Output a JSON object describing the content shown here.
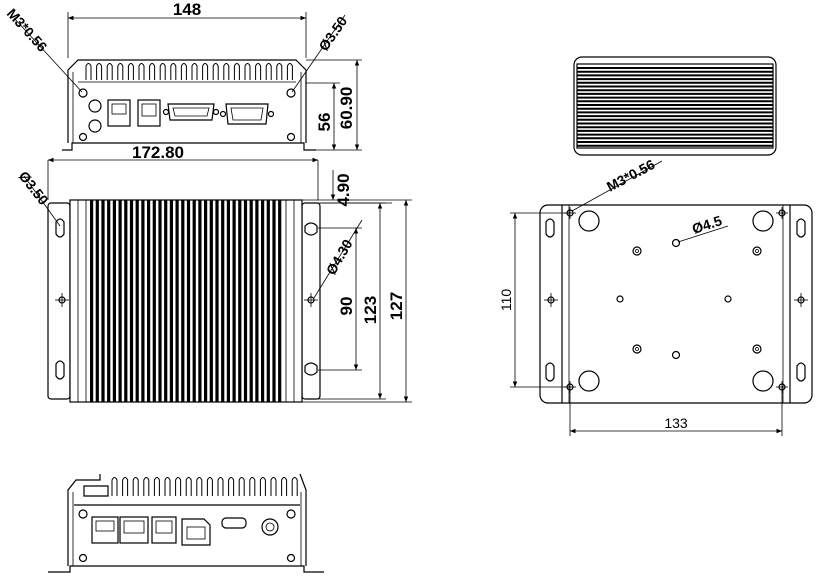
{
  "front_view": {
    "width_label": "148",
    "screw_label": "M3*0.56",
    "hole_label": "Ø3.50",
    "height_inner_label": "56",
    "height_label": "60.90"
  },
  "top_view": {
    "length_label": "172.80",
    "hole_label_left": "Ø3.50",
    "flange_label": "4.90",
    "slot_label": "Ø4.30",
    "h90_label": "90",
    "h123_label": "123",
    "h127_label": "127"
  },
  "bottom_view": {
    "screw_label": "M3*0.56",
    "hole_label": "Ø4.5",
    "height_label": "110",
    "width_label": "133"
  }
}
